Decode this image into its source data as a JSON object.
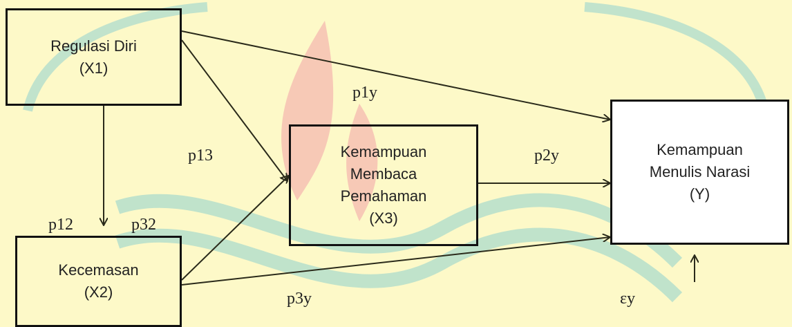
{
  "nodes": {
    "x1": {
      "lines": [
        "Regulasi Diri",
        "(X1)"
      ]
    },
    "x2": {
      "lines": [
        "Kecemasan",
        "(X2)"
      ]
    },
    "x3": {
      "lines": [
        "Kemampuan",
        "Membaca",
        "Pemahaman",
        "(X3)"
      ]
    },
    "y": {
      "lines": [
        "Kemampuan",
        "Menulis Narasi",
        "(Y)"
      ]
    }
  },
  "edge_labels": {
    "p1y": "p1y",
    "p13": "p13",
    "p2y": "p2y",
    "p12": "p12",
    "p32": "p32",
    "p3y": "p3y",
    "ey": "εy"
  },
  "colors": {
    "background": "#fdf9c8",
    "line": "#2a2a1a",
    "box_border": "#111111",
    "watermark_flame": "#f3a3a8",
    "watermark_arch": "#8fd2cf"
  }
}
